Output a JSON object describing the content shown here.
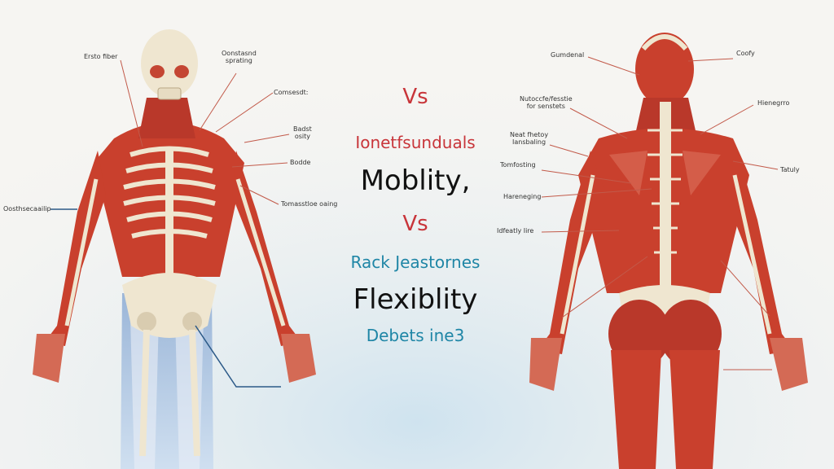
{
  "center_text": {
    "vs_top": "Vs",
    "red_line": "Ionetfsunduals",
    "mobility": "Moblity,",
    "vs_mid": "Vs",
    "blue_line": "Rack Jeastornes",
    "flexibility": "Flexiblity",
    "blue_line_2": "Debets ine3"
  },
  "left_labels": {
    "l1": "Ersto fiber",
    "l2": "Oonstasnd\nsprating",
    "l3": "Comsesdt:",
    "l4": "Badst\nosity",
    "l5": "Bodde",
    "l6": "Oosthsecaailip",
    "l7": "Tomasstloe oaing"
  },
  "right_labels": {
    "r1": "Gumdenal",
    "r2": "Coofy",
    "r3": "Nutoccfe/fesstie\nfor senstets",
    "r4": "Hienegrro",
    "r5": "Neat fhetoy\nIansbaling",
    "r6": "Tomfosting",
    "r7": "Tatuly",
    "r8": "Hareneging",
    "r9": "Idfeatly Iire"
  },
  "colors": {
    "muscle": "#c9402d",
    "muscle_dark": "#a52f22",
    "bone": "#efe6d0",
    "vs_red": "#c8353a",
    "accent_blue": "#1f86a6",
    "leg_blue": "#6f98c8"
  }
}
